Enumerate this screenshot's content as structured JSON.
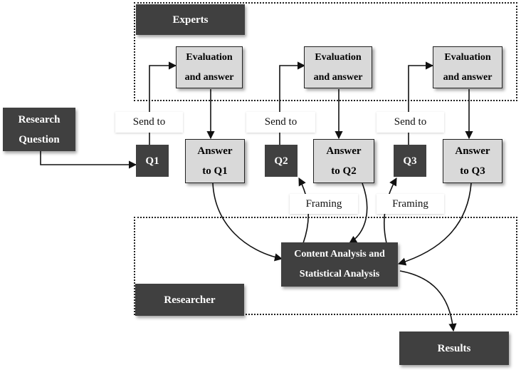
{
  "experts": {
    "label": "Experts"
  },
  "researcher": {
    "label": "Researcher"
  },
  "research_question": {
    "line1": "Research",
    "line2": "Question"
  },
  "questions": [
    {
      "label": "Q1",
      "send_label": "Send to",
      "eval_line1": "Evaluation",
      "eval_line2": "and answer",
      "answer_line1": "Answer",
      "answer_line2": "to Q1"
    },
    {
      "label": "Q2",
      "send_label": "Send to",
      "eval_line1": "Evaluation",
      "eval_line2": "and answer",
      "answer_line1": "Answer",
      "answer_line2": "to Q2"
    },
    {
      "label": "Q3",
      "send_label": "Send to",
      "eval_line1": "Evaluation",
      "eval_line2": "and answer",
      "answer_line1": "Answer",
      "answer_line2": "to Q3"
    }
  ],
  "framing": [
    "Framing",
    "Framing"
  ],
  "analysis": {
    "line1": "Content Analysis and",
    "line2": "Statistical Analysis"
  },
  "results": {
    "label": "Results"
  },
  "colors": {
    "dark_box": "#404040",
    "light_box": "#d9d9d9",
    "border": "#222222",
    "text_light": "#ffffff"
  }
}
